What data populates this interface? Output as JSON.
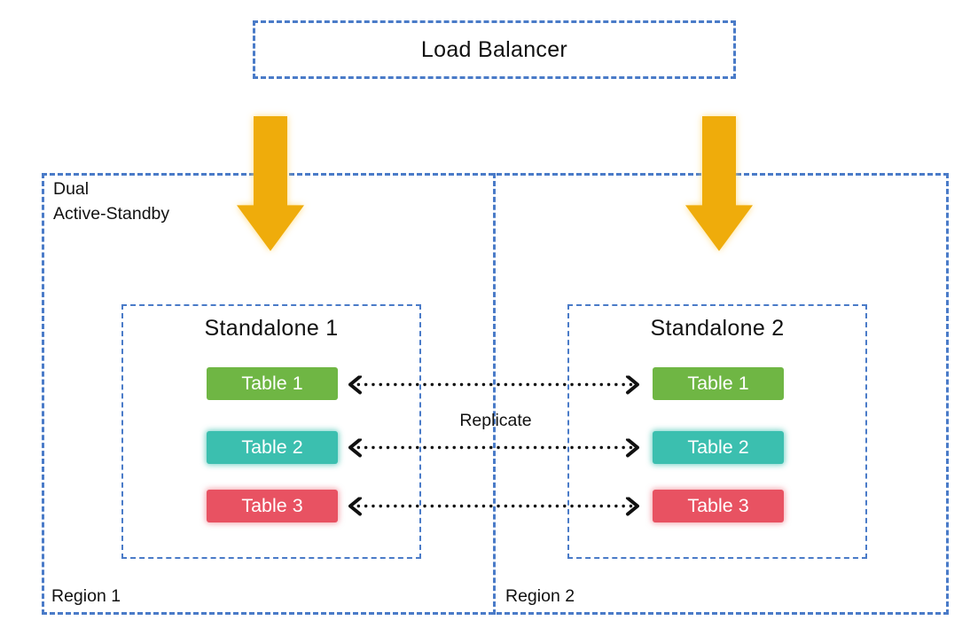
{
  "load_balancer": {
    "label": "Load Balancer"
  },
  "regions": [
    {
      "corner_label": "Dual\nActive-Standby",
      "bottom_label": "Region 1",
      "standalone": {
        "title": "Standalone 1",
        "tables": [
          {
            "label": "Table 1",
            "color": "#6FB644"
          },
          {
            "label": "Table 2",
            "color": "#3BBFAF"
          },
          {
            "label": "Table 3",
            "color": "#E85262"
          }
        ]
      }
    },
    {
      "bottom_label": "Region 2",
      "standalone": {
        "title": "Standalone 2",
        "tables": [
          {
            "label": "Table 1",
            "color": "#6FB644"
          },
          {
            "label": "Table 2",
            "color": "#3BBFAF"
          },
          {
            "label": "Table 3",
            "color": "#E85262"
          }
        ]
      }
    }
  ],
  "replication": {
    "label": "Replicate"
  },
  "colors": {
    "dashed_border_blue": "#4A7BC8",
    "flow_arrow_orange": "#EFAC0B",
    "replication_arrow_black": "#111111",
    "table1_green": "#6FB644",
    "table2_teal": "#3BBFAF",
    "table3_red": "#E85262"
  }
}
